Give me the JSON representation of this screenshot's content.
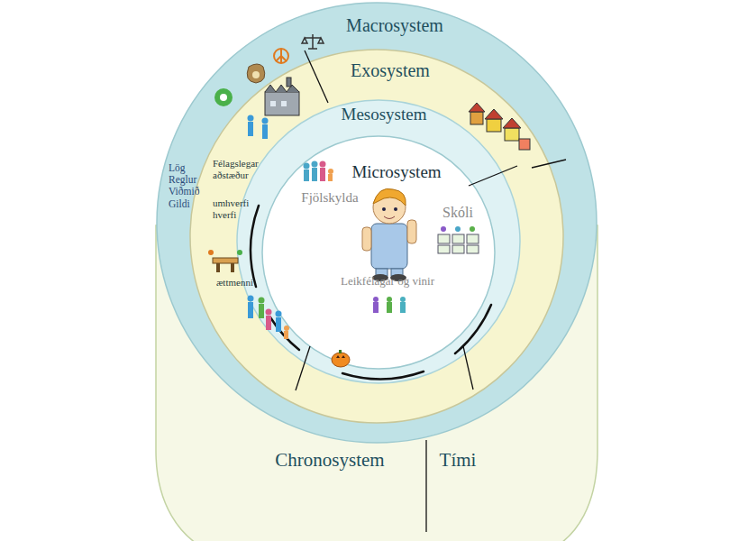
{
  "diagram": {
    "nodes": [
      {
        "text": [
          "Macrosystem",
          "Lög Reglur Viðmið Gildi"
        ]
      },
      {
        "text": [
          "Exosystem",
          "Félagslegar aðstæður",
          "umhverfi hverfi",
          "ættmenni"
        ],
        "in": 0
      },
      {
        "text": [
          "Mesosystem"
        ],
        "in": 1
      },
      {
        "text": [
          "Microsystem",
          "Fjölskylda",
          "Skóli",
          "Leikfélagar og vinir"
        ],
        "in": 2
      },
      {
        "text": [
          "Chronosystem",
          "Tími"
        ]
      }
    ]
  }
}
